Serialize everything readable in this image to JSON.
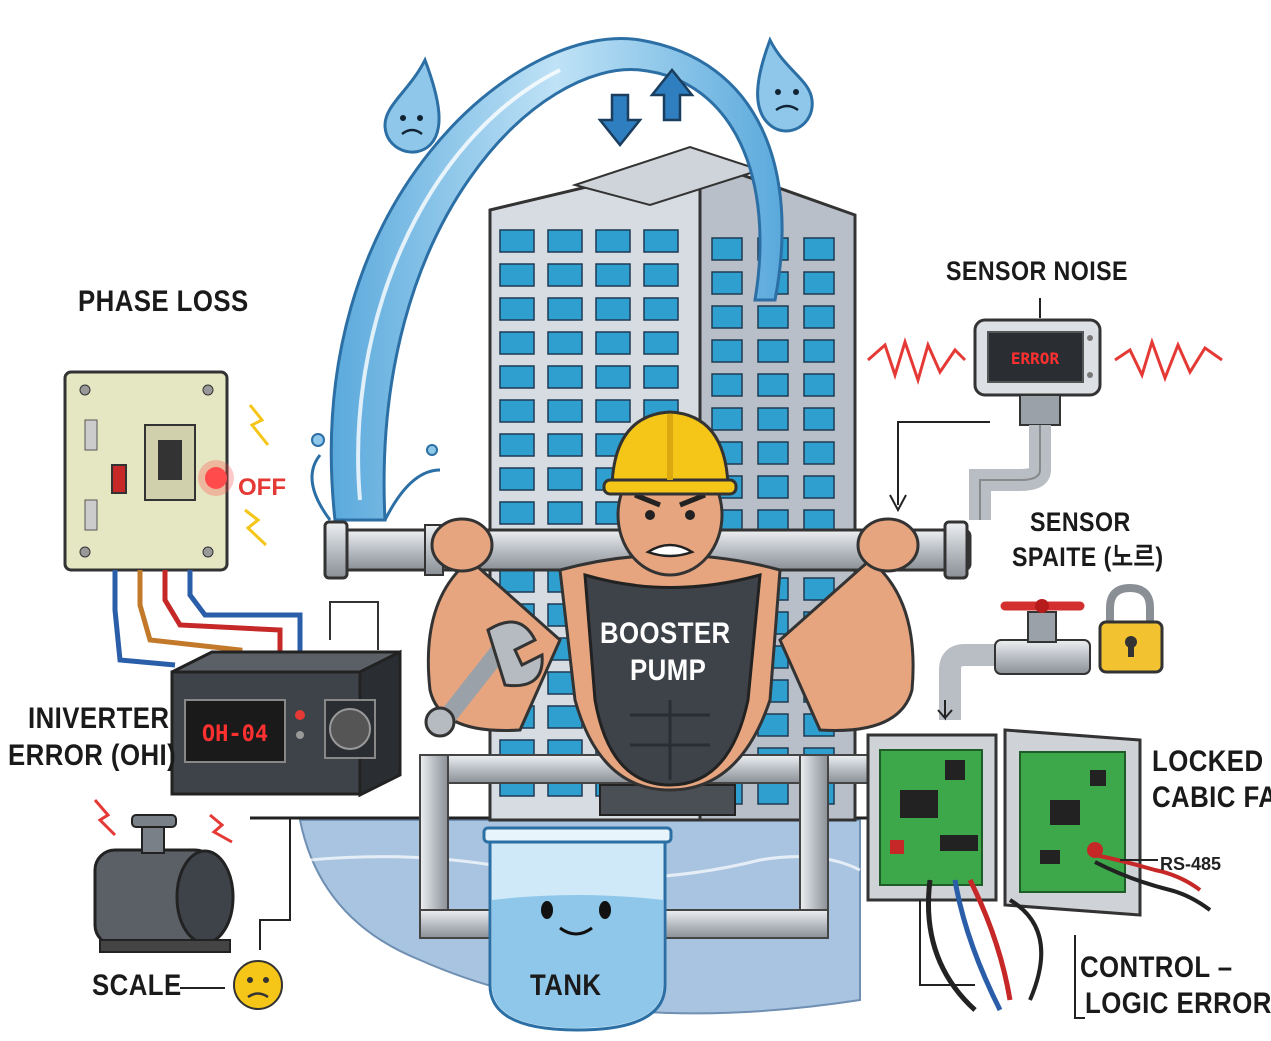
{
  "labels": {
    "phase_loss": "PHASE LOSS",
    "off": "OFF",
    "inverter_line1": "INIVERTER",
    "inverter_line2": "ERROR (OHI)",
    "inverter_display": "OH-04",
    "scale": "SCALE",
    "sensor_noise": "SENSOR NOISE",
    "sensor_display": "ERROR",
    "sensor_spaite_line1": "SENSOR",
    "sensor_spaite_line2": "SPAITE (노르)",
    "booster_line1": "BOOSTER",
    "booster_line2": "PUMP",
    "tank": "TANK",
    "locked_line1": "LOCKED –",
    "locked_line2": "CABIC FAIL",
    "rs485": "RS-485",
    "control_line1": "CONTROL –",
    "control_line2": "LOGIC ERROR"
  },
  "colors": {
    "water": "#8fc7ea",
    "water_dark": "#3d8fc9",
    "building": "#c9cfd6",
    "window": "#2f9fd0",
    "skin": "#e7a57f",
    "helmet": "#f5c518",
    "panel": "#e5e6c2",
    "pcb": "#3da84a",
    "alert": "#e53935",
    "lock": "#f2c230"
  }
}
